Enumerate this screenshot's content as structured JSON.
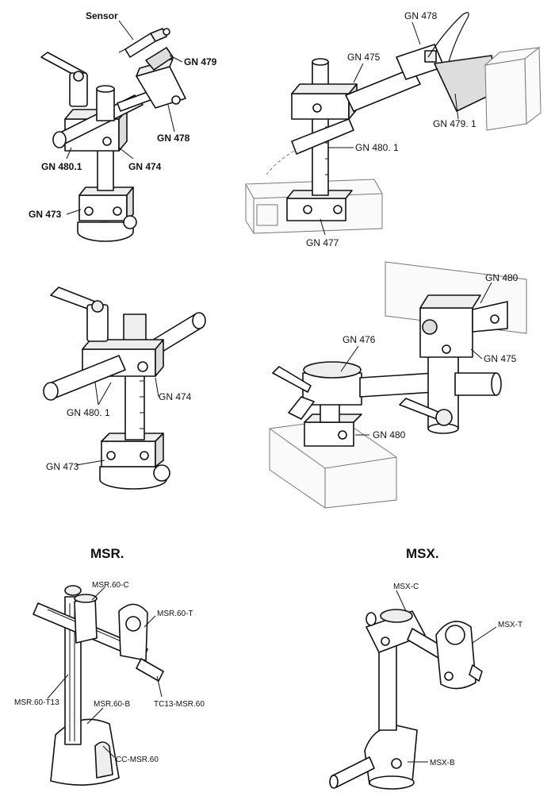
{
  "diagram_1": {
    "labels": {
      "sensor": "Sensor",
      "gn479": "GN 479",
      "gn478": "GN 478",
      "gn480_1": "GN 480.1",
      "gn474": "GN 474",
      "gn473": "GN 473"
    }
  },
  "diagram_2": {
    "labels": {
      "gn478": "GN 478",
      "gn475": "GN 475",
      "gn479_1": "GN 479. 1",
      "gn480_1": "GN 480. 1",
      "gn477": "GN 477"
    }
  },
  "diagram_3": {
    "labels": {
      "gn474": "GN 474",
      "gn480_1": "GN 480. 1",
      "gn473": "GN 473"
    }
  },
  "diagram_4": {
    "labels": {
      "gn480_top": "GN 480",
      "gn476": "GN 476",
      "gn475": "GN 475",
      "gn480_bottom": "GN 480"
    }
  },
  "msr": {
    "heading": "MSR.",
    "labels": {
      "msr60c": "MSR.60-C",
      "msr60t": "MSR.60-T",
      "msr60t13": "MSR.60-T13",
      "msr60b": "MSR.60-B",
      "tc13": "TC13-MSR.60",
      "cc": "CC-MSR.60"
    }
  },
  "msx": {
    "heading": "MSX.",
    "labels": {
      "msxc": "MSX-C",
      "msxt": "MSX-T",
      "msxb": "MSX-B"
    }
  }
}
